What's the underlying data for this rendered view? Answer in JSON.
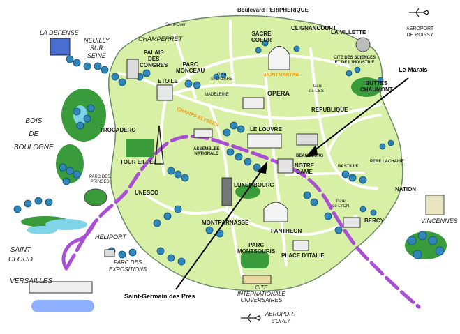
{
  "boulevard": "Boulevard PERIPHERIQUE",
  "labels": {
    "saint_ouen": "Saint-Ouen",
    "la_defense": "LA DEFENSE",
    "neuilly": "NEUILLY\nSUR\nSEINE",
    "champerret": "CHAMPERRET",
    "palais_congres": "PALAIS\nDES\nCONGRES",
    "parc_monceau": "PARC\nMONCEAU",
    "sacre_coeur": "SACRE\nCOEUR",
    "clignancourt": "CLIGNANCOURT",
    "la_villette": "LA VILLETTE",
    "aeroport_roissy": "AEROPORT\nDE ROISSY",
    "montmartre": "MONTMARTRE",
    "cite_sciences": "CITE DES SCIENCES\nET DE L'INDUSTRIE",
    "le_marais": "Le Marais",
    "gare_st_lazare": "Gare\nSt-LAZARE",
    "gare_est": "Gare\nde L'EST",
    "buttes_chaumont": "BUTTES\nCHAUMONT",
    "etoile": "ETOILE",
    "madeleine": "MADELEINE",
    "opera": "OPERA",
    "republique": "REPUBLIQUE",
    "champs_elysees": "CHAMPS ELYSEES",
    "bois_boulogne": "BOIS\nDE\nBOULOGNE",
    "trocadero": "TROCADERO",
    "le_louvre": "LE LOUVRE",
    "beaubourg": "BEAUBOURG",
    "assemblee": "ASSEMBLEE\nNATIONALE",
    "tour_eiffel": "TOUR EIFFEL",
    "notre_dame": "NOTRE\nDAME",
    "bastille": "BASTILLE",
    "pere_lachaise": "PERE LACHAISE",
    "parc_princes": "PARC DES\nPRINCES",
    "unesco": "UNESCO",
    "luxembourg": "LUXEMBOURG",
    "nation": "NATION",
    "gare_lyon": "Gare\nde LYON",
    "montparnasse": "MONTPARNASSE",
    "bercy": "BERCY",
    "vincennes": "VINCENNES",
    "heliport": "HELIPORT",
    "pantheon": "PANTHEON",
    "saint_cloud": "SAINT\nCLOUD",
    "parc_montsouris": "PARC\nMONTSOURIS",
    "place_italie": "PLACE D'ITALIE",
    "parc_expositions": "PARC DES\nEXPOSITIONS",
    "versailles": "VERSAILLES",
    "saint_germain": "Saint-Germain des Pres",
    "cite_universitaire": "CITE\nINTERNATIONALE\nUNIVERSAIRES",
    "aeroport_orly": "AEROPORT\nd'ORLY"
  },
  "colors": {
    "city": "#d8f0a6",
    "outline": "#6a8a6a",
    "road": "#ffffff",
    "seine": "#a84fd6",
    "tree": "#2f86b7",
    "grass": "#3a9b3a",
    "lake": "#7fd4e8"
  }
}
